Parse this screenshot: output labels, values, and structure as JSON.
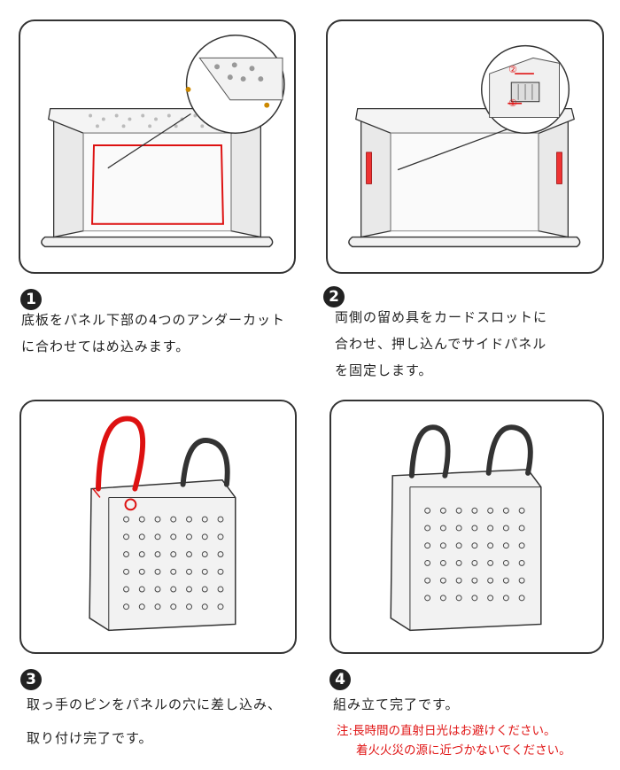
{
  "steps": [
    {
      "number": "1",
      "lines": [
        "底板をパネル下部の4つのアンダーカット",
        "に合わせてはめ込みます。"
      ]
    },
    {
      "number": "2",
      "lines": [
        "両側の留め具をカードスロットに",
        "合わせ、押し込んでサイドパネル",
        "を固定します。"
      ]
    },
    {
      "number": "3",
      "lines": [
        "取っ手のピンをパネルの穴に差し込み、",
        "取り付け完了です。"
      ]
    },
    {
      "number": "4",
      "lines": [
        "組み立て完了です。"
      ]
    }
  ],
  "callout_marks": [
    "②",
    "①"
  ],
  "note": {
    "line1": "注:長時間の直射日光はお避けください。",
    "line2": "着火火災の源に近づかないでください。"
  },
  "colors": {
    "accent_red": "#e01515",
    "outline": "#333333"
  }
}
